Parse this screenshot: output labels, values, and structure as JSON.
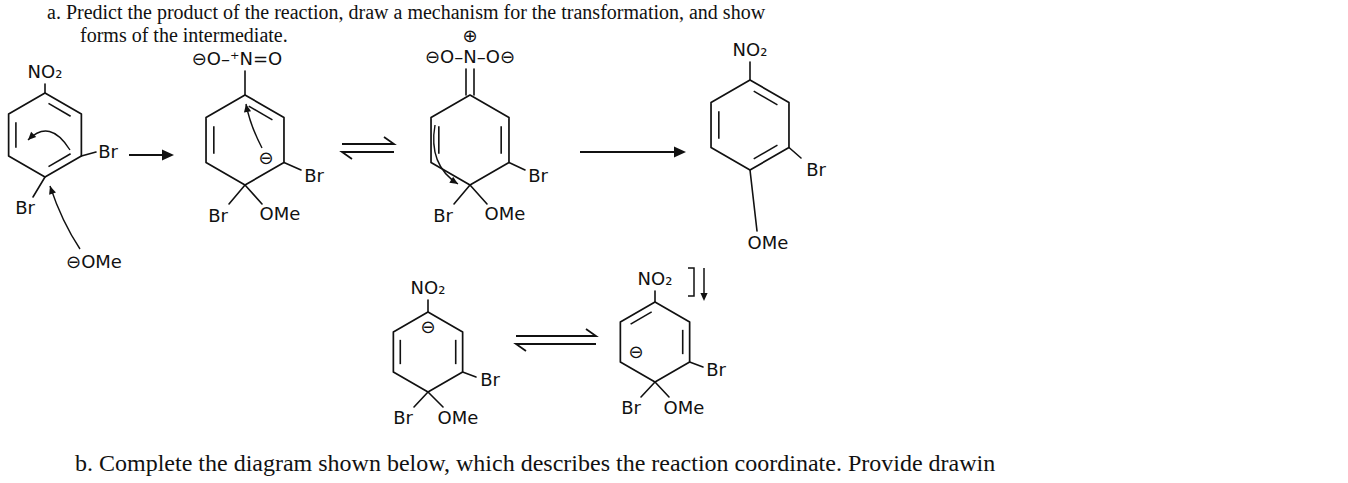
{
  "diagram": {
    "nodes": [
      {
        "text": [
          "NO₂",
          "Br",
          "Br"
        ]
      },
      {
        "text": [
          "⊖O–⁺N=O",
          "⊖",
          "Br",
          "Br",
          "OMe"
        ]
      },
      {
        "text": [
          "⊕",
          "⊖O–N–O⊖",
          "Br",
          "Br",
          "OMe"
        ]
      },
      {
        "text": [
          "NO₂",
          "Br",
          "OMe"
        ]
      },
      {
        "text": [
          "NO₂",
          "⊖",
          "Br",
          "Br",
          "OMe"
        ]
      },
      {
        "text": [
          "NO₂",
          "Br",
          "⊖",
          "Br",
          "OMe"
        ]
      }
    ],
    "edges": [
      {
        "from": 0,
        "to": 1,
        "arrow": "to"
      },
      {
        "from": 1,
        "to": 2,
        "arrow": "both"
      },
      {
        "from": 2,
        "to": 3,
        "arrow": "to"
      },
      {
        "from": 4,
        "to": 5,
        "arrow": "both"
      }
    ],
    "labels": [
      "a. Predict the product of the reaction, draw a mechanism for the transformation, and show",
      "forms of the intermediate.",
      "⊖OMe",
      "b. Complete the diagram shown below, which describes the reaction coordinate. Provide drawin"
    ]
  }
}
